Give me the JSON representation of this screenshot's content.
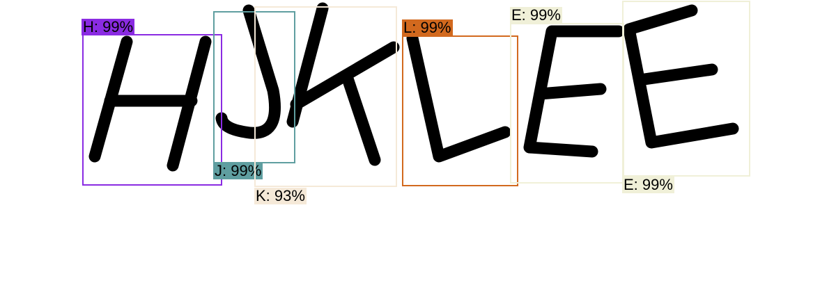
{
  "detections": [
    {
      "label": "H: 99%",
      "color": "#8a2be2"
    },
    {
      "label": "J: 99%",
      "color": "#5f9ea0"
    },
    {
      "label": "K: 93%",
      "color": "#f5e9d8"
    },
    {
      "label": "L: 99%",
      "color": "#d2691e"
    },
    {
      "label": "E: 99%",
      "color": "#f0f0d8"
    },
    {
      "label": "E: 99%",
      "color": "#f0f0d8"
    }
  ],
  "handwriting": {
    "text": "HJKLEE",
    "stroke_color": "#000000"
  }
}
